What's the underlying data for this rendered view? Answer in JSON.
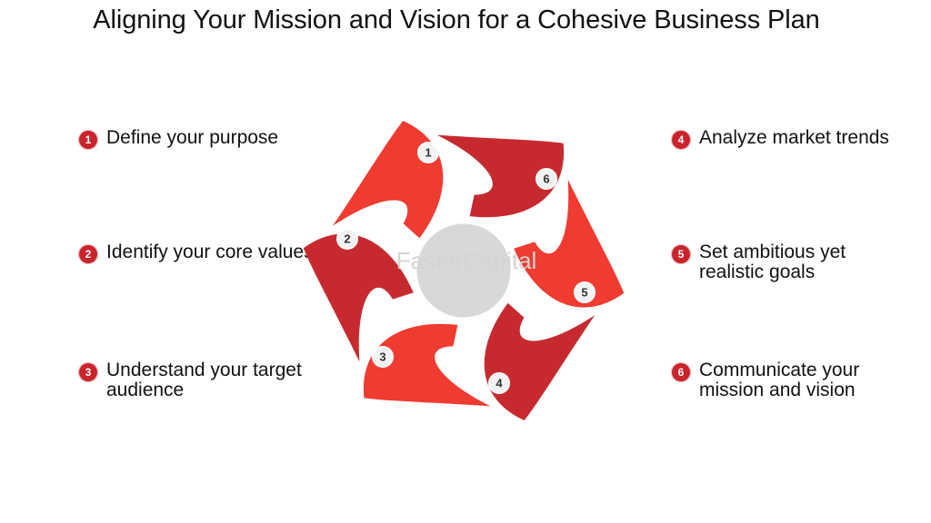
{
  "title": "Aligning Your Mission and Vision for a Cohesive Business Plan",
  "steps": [
    {
      "number": "1",
      "label": "Define your purpose"
    },
    {
      "number": "2",
      "label": "Identify your core values"
    },
    {
      "number": "3",
      "label": "Understand your target audience"
    },
    {
      "number": "4",
      "label": "Analyze market trends"
    },
    {
      "number": "5",
      "label": "Set ambitious yet realistic goals"
    },
    {
      "number": "6",
      "label": "Communicate your mission and vision"
    }
  ],
  "diagram": {
    "segment_numbers": [
      "1",
      "6",
      "5",
      "4",
      "3",
      "2"
    ],
    "watermark": "FasterCapital",
    "colors": {
      "dark": "#c62a2f",
      "light": "#ef3b30",
      "center": "#d8d8d8",
      "badge": "#c9232b"
    }
  }
}
